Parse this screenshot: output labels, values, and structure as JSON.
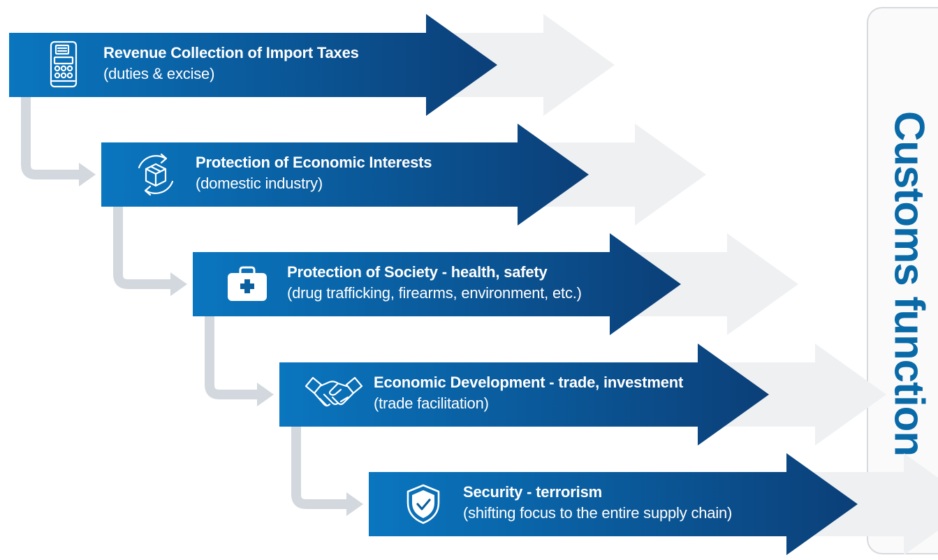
{
  "side_title": "Customs function",
  "colors": {
    "arrow_start": "#0a76bf",
    "arrow_end": "#0b3f78",
    "ghost_arrow": "#eef0f2",
    "connector": "#d2d8dd",
    "side_title": "#0a6aa8"
  },
  "functions": [
    {
      "title": "Revenue Collection of Import Taxes",
      "subtitle": "(duties & excise)",
      "icon": "cash-register-icon"
    },
    {
      "title": "Protection of Economic Interests",
      "subtitle": "(domestic industry)",
      "icon": "package-cycle-icon"
    },
    {
      "title": "Protection of Society - health, safety",
      "subtitle": "(drug trafficking, firearms, environment, etc.)",
      "icon": "first-aid-kit-icon"
    },
    {
      "title": "Economic Development - trade, investment",
      "subtitle": "(trade facilitation)",
      "icon": "handshake-icon"
    },
    {
      "title": "Security - terrorism",
      "subtitle": "(shifting focus to the entire supply chain)",
      "icon": "shield-check-icon"
    }
  ]
}
